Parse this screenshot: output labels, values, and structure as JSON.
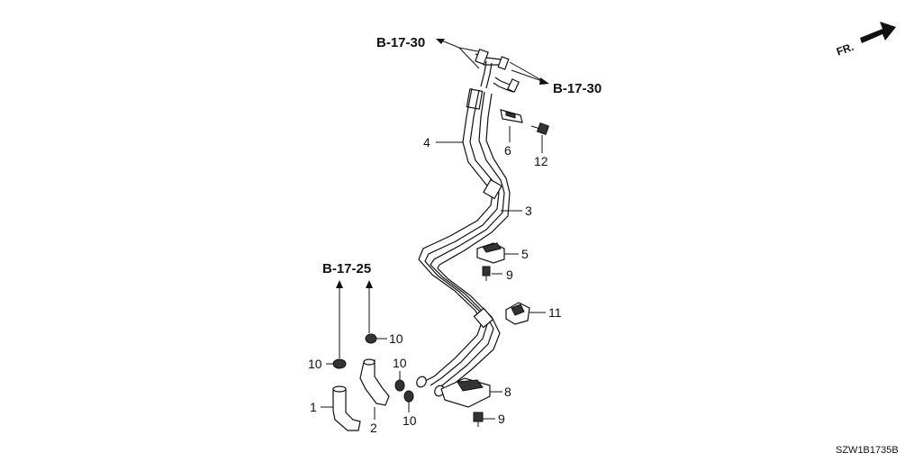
{
  "references": {
    "top_left": "B-17-30",
    "top_right": "B-17-30",
    "left": "B-17-25"
  },
  "direction_label": "FR.",
  "diagram_code": "SZW1B1735B",
  "callouts": {
    "c1": "1",
    "c2": "2",
    "c3": "3",
    "c4": "4",
    "c5": "5",
    "c6": "6",
    "c8": "8",
    "c9a": "9",
    "c9b": "9",
    "c10a": "10",
    "c10b": "10",
    "c10c": "10",
    "c10d": "10",
    "c11": "11",
    "c12": "12"
  }
}
